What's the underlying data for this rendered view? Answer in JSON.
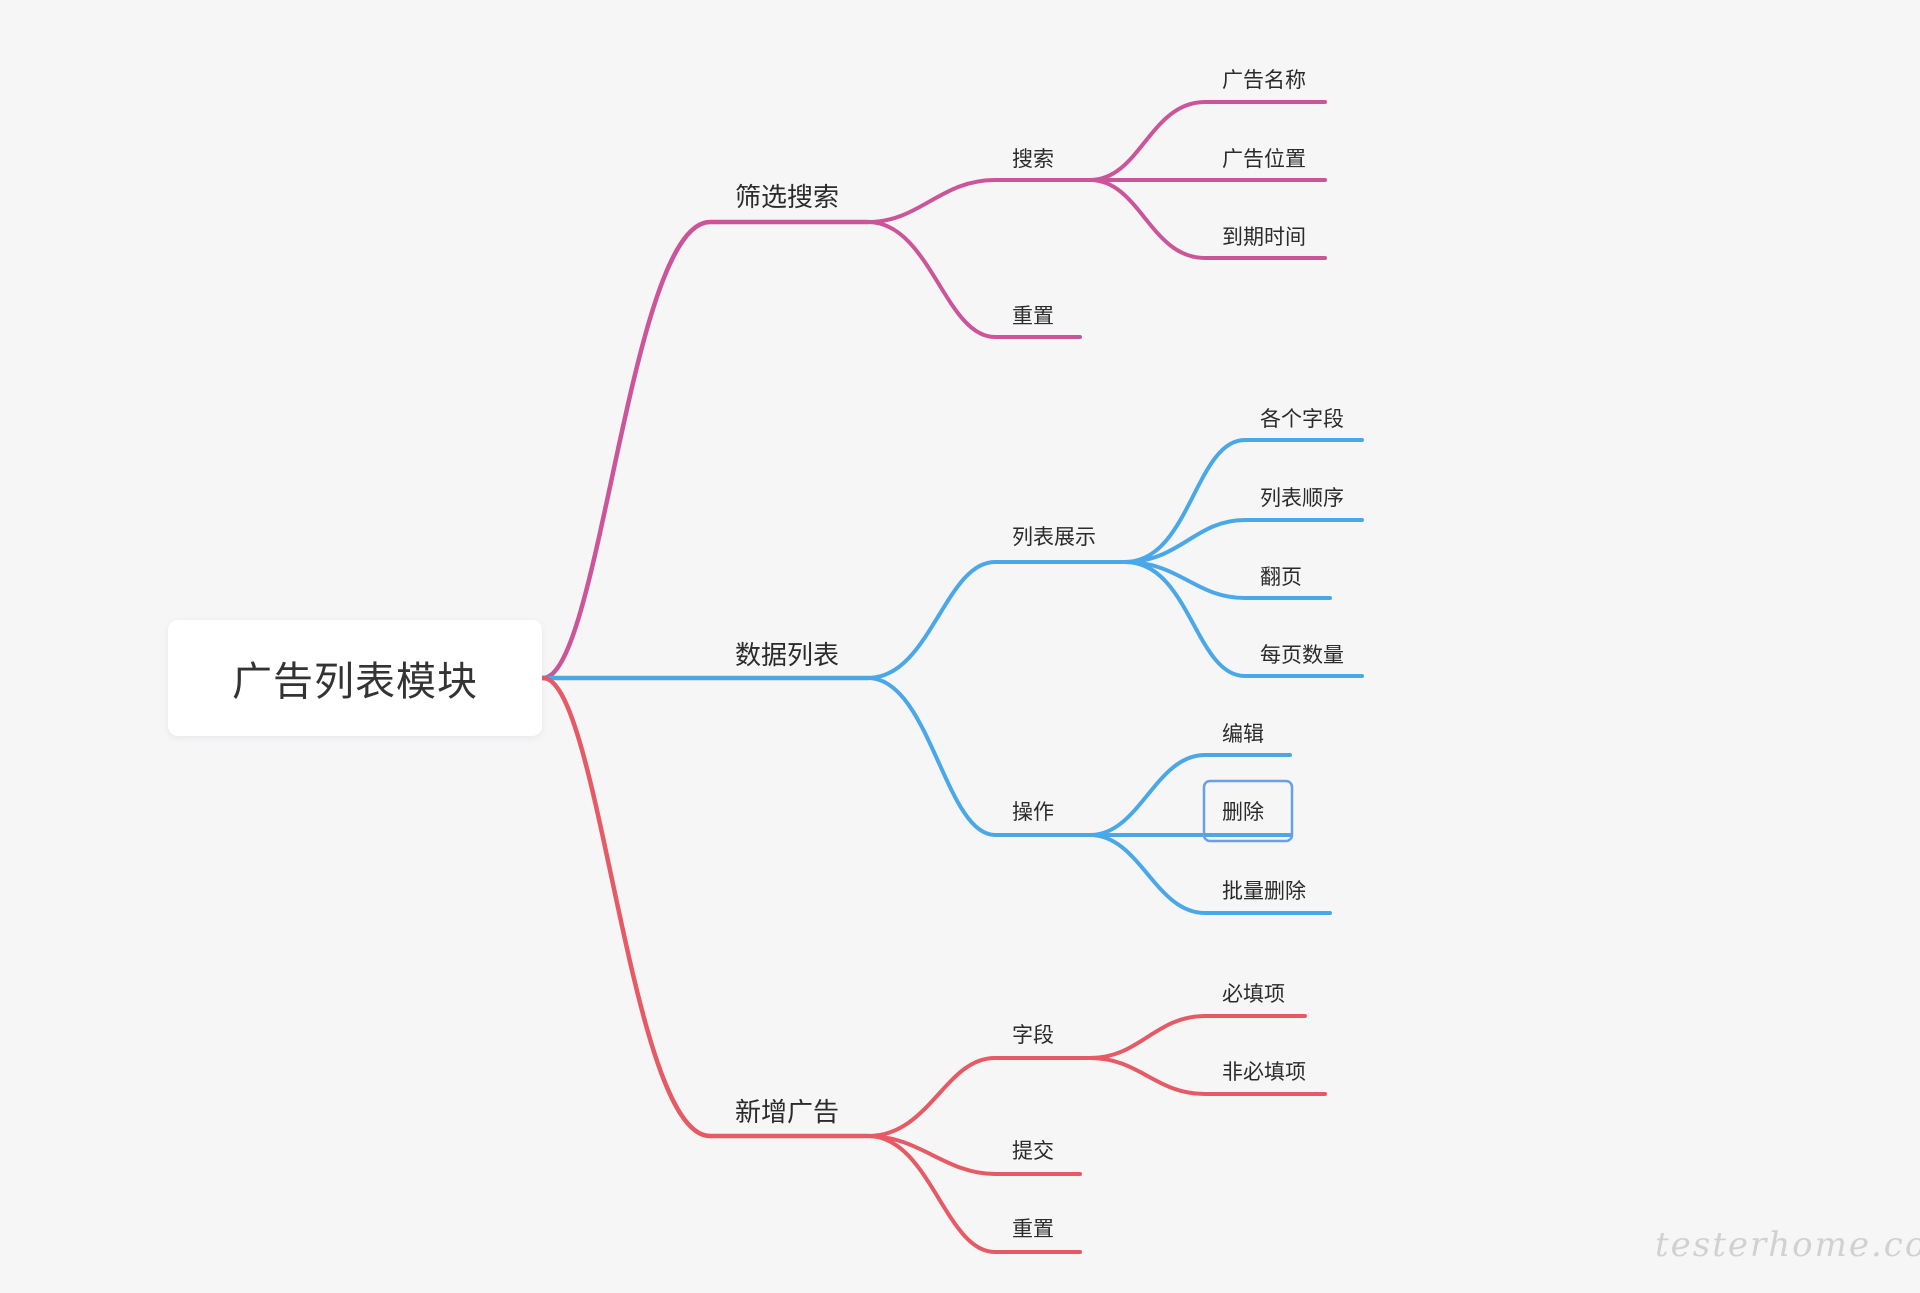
{
  "root": {
    "label": "广告列表模块"
  },
  "colors": {
    "filter": "#cc5599",
    "list": "#4aa8e8",
    "add": "#e55a65",
    "selection": "#6a9fe8"
  },
  "branches": [
    {
      "label": "筛选搜索",
      "children": [
        {
          "label": "搜索",
          "children": [
            {
              "label": "广告名称"
            },
            {
              "label": "广告位置"
            },
            {
              "label": "到期时间"
            }
          ]
        },
        {
          "label": "重置",
          "children": []
        }
      ]
    },
    {
      "label": "数据列表",
      "children": [
        {
          "label": "列表展示",
          "children": [
            {
              "label": "各个字段"
            },
            {
              "label": "列表顺序"
            },
            {
              "label": "翻页"
            },
            {
              "label": "每页数量"
            }
          ]
        },
        {
          "label": "操作",
          "children": [
            {
              "label": "编辑"
            },
            {
              "label": "删除"
            },
            {
              "label": "批量删除"
            }
          ]
        }
      ]
    },
    {
      "label": "新增广告",
      "children": [
        {
          "label": "字段",
          "children": [
            {
              "label": "必填项"
            },
            {
              "label": "非必填项"
            }
          ]
        },
        {
          "label": "提交",
          "children": []
        },
        {
          "label": "重置",
          "children": []
        }
      ]
    }
  ],
  "watermark": "testerhome.com"
}
